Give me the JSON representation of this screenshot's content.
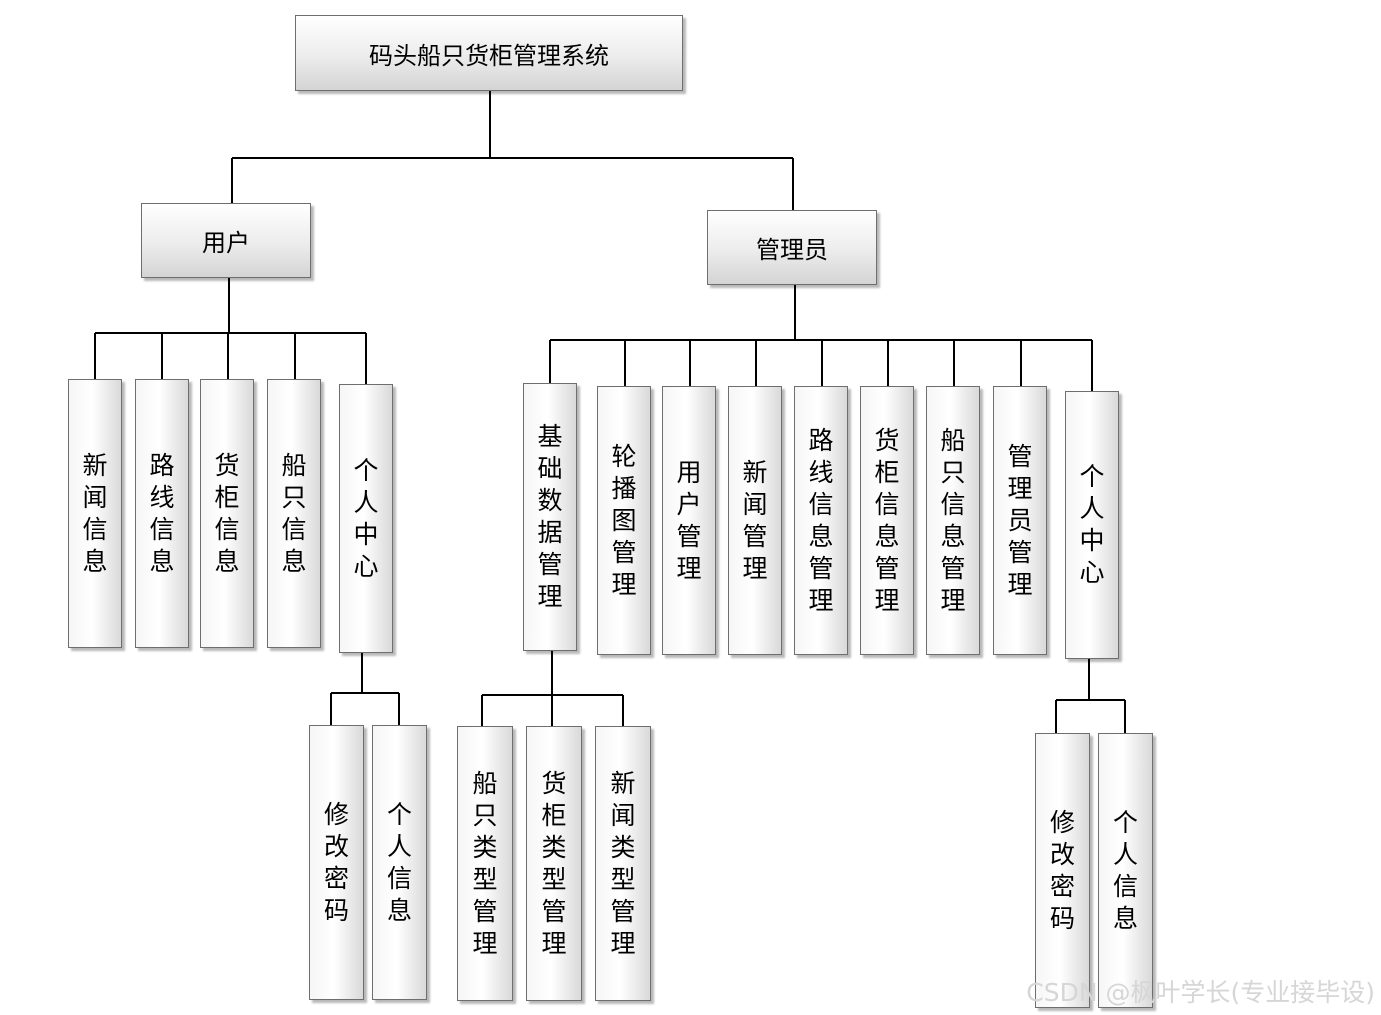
{
  "root": "码头船只货柜管理系统",
  "roles": {
    "user": {
      "label": "用户",
      "modules": [
        "新闻信息",
        "路线信息",
        "货柜信息",
        "船只信息",
        "个人中心"
      ],
      "personal_center": [
        "修改密码",
        "个人信息"
      ]
    },
    "admin": {
      "label": "管理员",
      "modules": [
        "基础数据管理",
        "轮播图管理",
        "用户管理",
        "新闻管理",
        "路线信息管理",
        "货柜信息管理",
        "船只信息管理",
        "管理员管理",
        "个人中心"
      ],
      "basic_data": [
        "船只类型管理",
        "货柜类型管理",
        "新闻类型管理"
      ],
      "personal_center": [
        "修改密码",
        "个人信息"
      ]
    }
  },
  "watermark": "CSDN @枫叶学长(专业接毕设)"
}
